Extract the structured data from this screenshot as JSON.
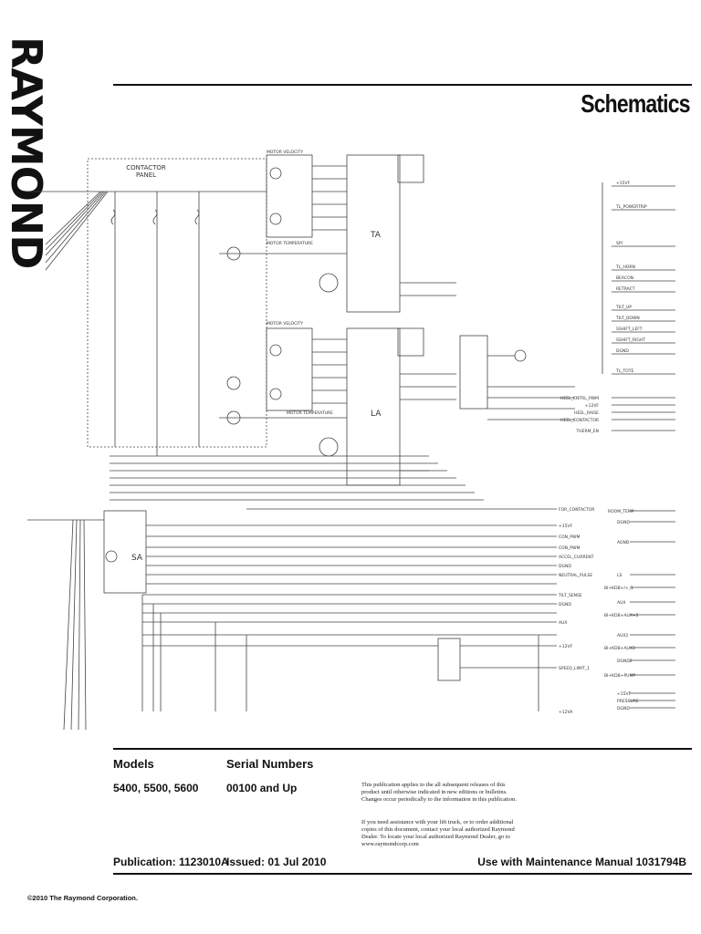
{
  "brand": {
    "logo_text": "RAYMOND"
  },
  "header": {
    "title": "Schematics"
  },
  "schematic": {
    "contactor_panel": "CONTACTOR\nPANEL",
    "ta_label": "TA",
    "la_label": "LA",
    "sa_label": "SA",
    "motor_velocity": "MOTOR VELOCITY",
    "motor_temperature": "MOTOR TEMPERATURE",
    "right_signals": [
      "+15VF",
      "TL_POWERTRIP",
      "SPI",
      "TL_HORN",
      "BEACON",
      "RETRACT",
      "TILT_UP",
      "TILT_DOWN",
      "SSHIFT_LEFT",
      "SSHIFT_RIGHT",
      "DGND",
      "TL_TOTE"
    ],
    "mid_signals": [
      "HEEL_CNTRL_PWM",
      "+12VF",
      "HEEL_RAISE",
      "HEEL_CONTACTOR",
      "THERM_EN"
    ],
    "lower_right_signals": [
      "ROOM_TEMP",
      "DGND",
      "AGND",
      "LS",
      "BI+KDB+/+_1",
      "AUX",
      "BI+KDB+AUX+2",
      "AUX2",
      "BI+KDB+AUX3",
      "DGND2",
      "BI+KDB+PUMP",
      "+15VF",
      "PRESSURE",
      "DGND"
    ],
    "lower_mid_signals": [
      "FOR_CONTACTOR",
      "+15VF",
      "CON_PWM",
      "CON_PWM",
      "ACCEL_CURRENT",
      "DGND",
      "NEUTRAL_PULSE",
      "TILT_SENSE",
      "DGND",
      "AUX",
      "+12VF",
      "SPEED_LIMIT_1",
      "+12VA"
    ]
  },
  "footer": {
    "models_heading": "Models",
    "models_value": "5400, 5500, 5600",
    "serial_heading": "Serial Numbers",
    "serial_value": "00100 and Up",
    "note_1": "This publication applies to the all subsequent releases of this product until otherwise indicated in new editions or bulletins.  Changes occur periodically to the information in this publication.",
    "note_2": "If you need assistance with your lift truck, or to order additional copies of this document, contact your local authorized Raymond Dealer. To locate your local authorized Raymond Dealer, go to www.raymondcorp.com",
    "publication": "Publication: 1123010A",
    "issued": "Issued: 01 Jul 2010",
    "use_with": "Use with Maintenance Manual 1031794B",
    "copyright": "©2010 The Raymond Corporation."
  }
}
